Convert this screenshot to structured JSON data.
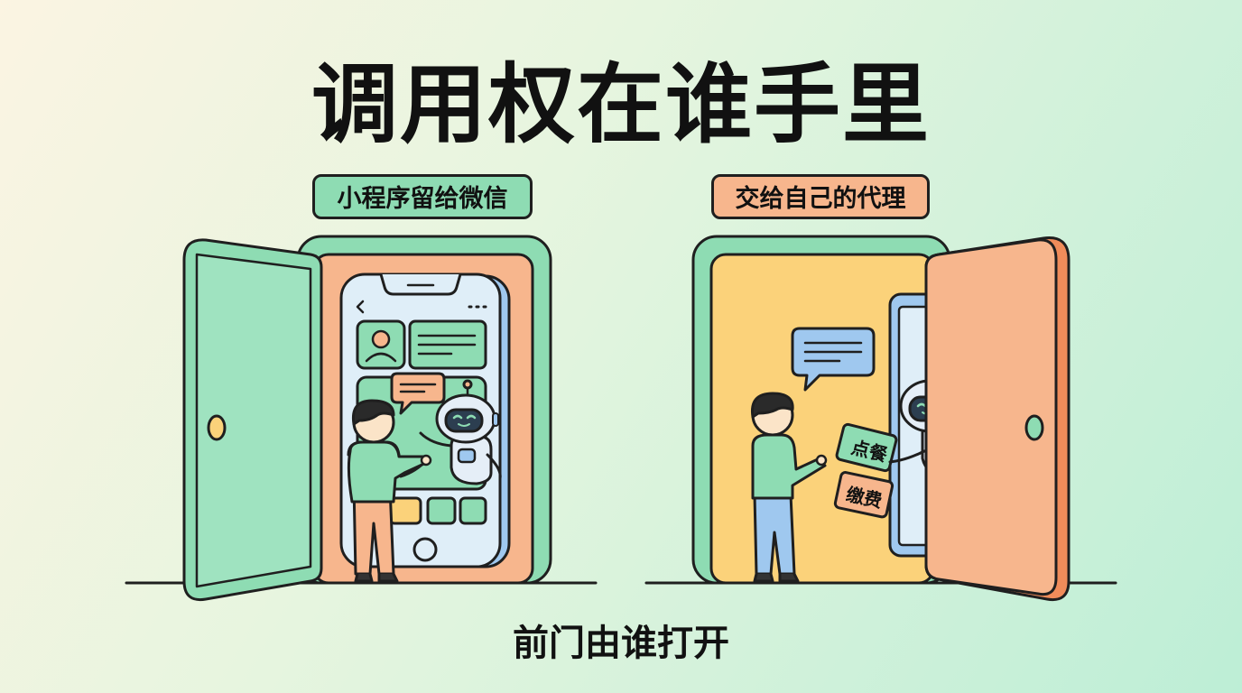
{
  "title": "调用权在谁手里",
  "left_panel": {
    "label": "小程序留给微信"
  },
  "right_panel": {
    "label": "交给自己的代理",
    "card_1": "点餐",
    "card_2": "缴费"
  },
  "caption": "前门由谁打开",
  "colors": {
    "ink": "#1f1f1f",
    "green": "#8edcb3",
    "orange": "#f7b68d",
    "yellow": "#fbd27a",
    "blue": "#9fc8ef",
    "pale_blue": "#dfeef8"
  }
}
